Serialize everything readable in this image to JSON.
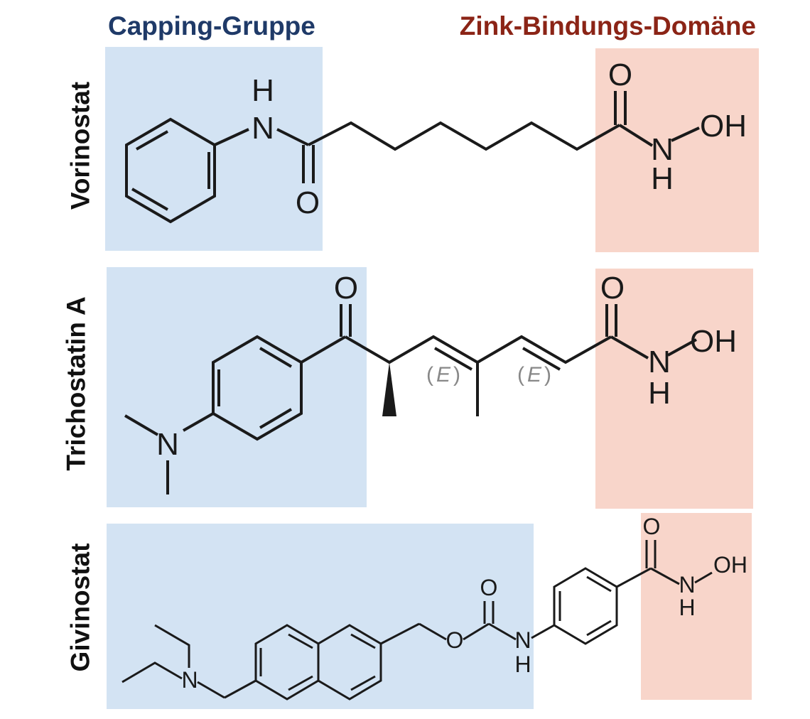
{
  "headers": {
    "capping": "Capping-Gruppe",
    "zinc": "Zink-Bindungs-Domäne"
  },
  "rows": {
    "vorinostat": "Vorinostat",
    "trichostatin": "Trichostatin A",
    "givinostat": "Givinostat"
  },
  "atoms": {
    "O": "O",
    "H": "H",
    "N": "N",
    "OH": "OH",
    "E": "E",
    "paren_open": "(",
    "paren_close": ")"
  },
  "colors": {
    "capping_box": "#d3e3f3",
    "zinc_box": "#f8d5ca",
    "capping_text": "#1f3a68",
    "zinc_text": "#8b2416",
    "bond": "#1a1a1a",
    "stereo_label": "#888888"
  }
}
